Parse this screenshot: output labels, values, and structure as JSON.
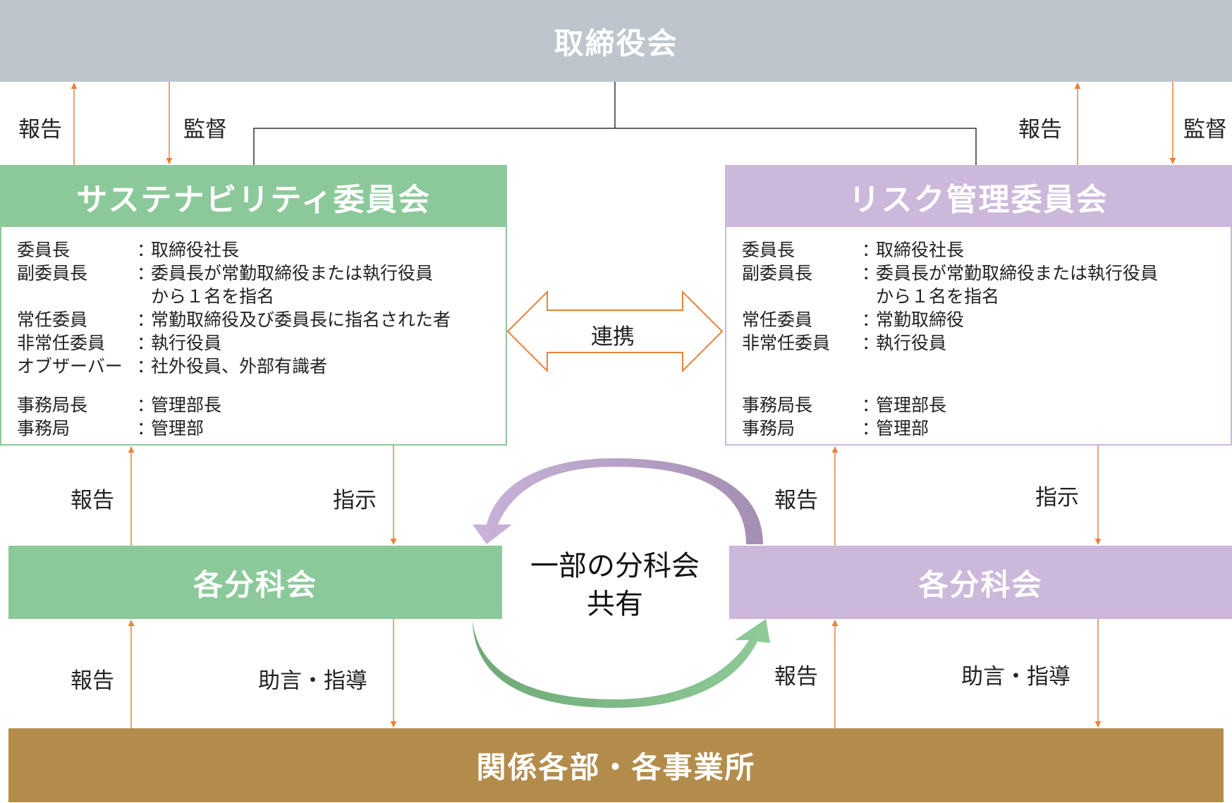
{
  "board": {
    "title": "取締役会"
  },
  "department": {
    "title": "関係各部・各事業所"
  },
  "sustainability_committee": {
    "title": "サステナビリティ委員会",
    "rows": [
      {
        "key": "委員長",
        "sep": "：",
        "value": "取締役社長"
      },
      {
        "key": "副委員長",
        "sep": "：",
        "value": "委員長が常勤取締役または執行役員"
      },
      {
        "key": "",
        "sep": "",
        "value": "から１名を指名"
      },
      {
        "key": "常任委員",
        "sep": "：",
        "value": "常勤取締役及び委員長に指名された者"
      },
      {
        "key": "非常任委員",
        "sep": "：",
        "value": "執行役員"
      },
      {
        "key": "オブザーバー",
        "sep": "：",
        "value": "社外役員、外部有識者"
      },
      {
        "key": "事務局長",
        "sep": "：",
        "value": "管理部長"
      },
      {
        "key": "事務局",
        "sep": "：",
        "value": "管理部"
      }
    ]
  },
  "risk_committee": {
    "title": "リスク管理委員会",
    "rows": [
      {
        "key": "委員長",
        "sep": "：",
        "value": "取締役社長"
      },
      {
        "key": "副委員長",
        "sep": "：",
        "value": "委員長が常勤取締役または執行役員"
      },
      {
        "key": "",
        "sep": "",
        "value": "から１名を指名"
      },
      {
        "key": "常任委員",
        "sep": "：",
        "value": "常勤取締役"
      },
      {
        "key": "非常任委員",
        "sep": "：",
        "value": "執行役員"
      },
      {
        "key": "事務局長",
        "sep": "：",
        "value": "管理部長"
      },
      {
        "key": "事務局",
        "sep": "：",
        "value": "管理部"
      }
    ]
  },
  "subcommittee": {
    "left": "各分科会",
    "right": "各分科会"
  },
  "link": {
    "label": "連携"
  },
  "shared": {
    "line1": "一部の分科会",
    "line2": "共有"
  },
  "labels": {
    "report": "報告",
    "supervise": "監督",
    "instruct": "指示",
    "advise": "助言・指導"
  },
  "colors": {
    "board": "#bec5cc",
    "sustainability": "#8cc99a",
    "risk": "#ccb8da",
    "department": "#b38c4c",
    "arrow": "#e8823a"
  }
}
